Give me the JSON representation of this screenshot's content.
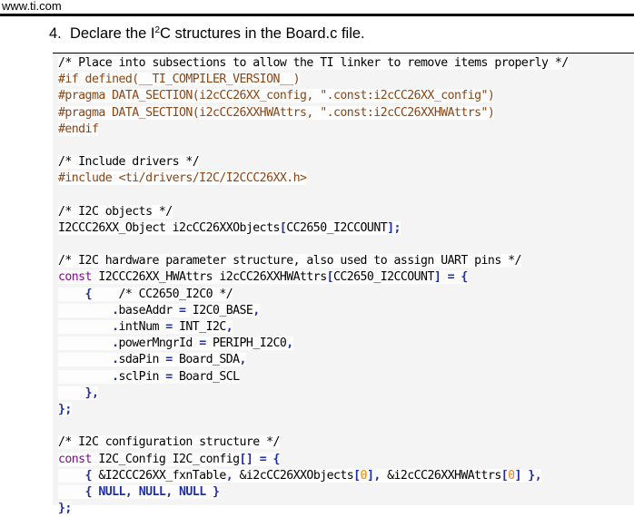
{
  "header": {
    "site_url": "www.ti.com"
  },
  "step": {
    "number": "4.",
    "text_before": "Declare the I",
    "superscript": "2",
    "text_after": "C structures in the Board.c file."
  },
  "code": {
    "lines": [
      "/* Place into subsections to allow the TI linker to remove items properly */",
      "#if defined(__TI_COMPILER_VERSION__)",
      "#pragma DATA_SECTION(i2cCC26XX_config, \".const:i2cCC26XX_config\")",
      "#pragma DATA_SECTION(i2cCC26XXHWAttrs, \".const:i2cCC26XXHWAttrs\")",
      "#endif",
      "",
      "/* Include drivers */",
      "#include <ti/drivers/I2C/I2CCC26XX.h>",
      "",
      "/* I2C objects */",
      "I2CCC26XX_Object i2cCC26XXObjects[CC2650_I2CCOUNT];",
      "",
      "/* I2C hardware parameter structure, also used to assign UART pins */",
      "const I2CCC26XX_HWAttrs i2cCC26XXHWAttrs[CC2650_I2CCOUNT] = {",
      "    {    /* CC2650_I2C0 */",
      "        .baseAddr = I2C0_BASE,",
      "        .intNum = INT_I2C,",
      "        .powerMngrId = PERIPH_I2C0,",
      "        .sdaPin = Board_SDA,",
      "        .sclPin = Board_SCL",
      "    },",
      "};",
      "",
      "/* I2C configuration structure */",
      "const I2C_Config I2C_config[] = {",
      "    { &I2CCC26XX_fxnTable, &i2cCC26XXObjects[0], &i2cCC26XXHWAttrs[0] },",
      "    { NULL, NULL, NULL }",
      "};"
    ],
    "colors": {
      "comment": "#000000",
      "preprocessor": "#8b4513",
      "keyword": "#7f0b8c",
      "bracket": "#1f2fa8",
      "number": "#ff7f0e",
      "panel_background": "#f4f4f4"
    }
  }
}
